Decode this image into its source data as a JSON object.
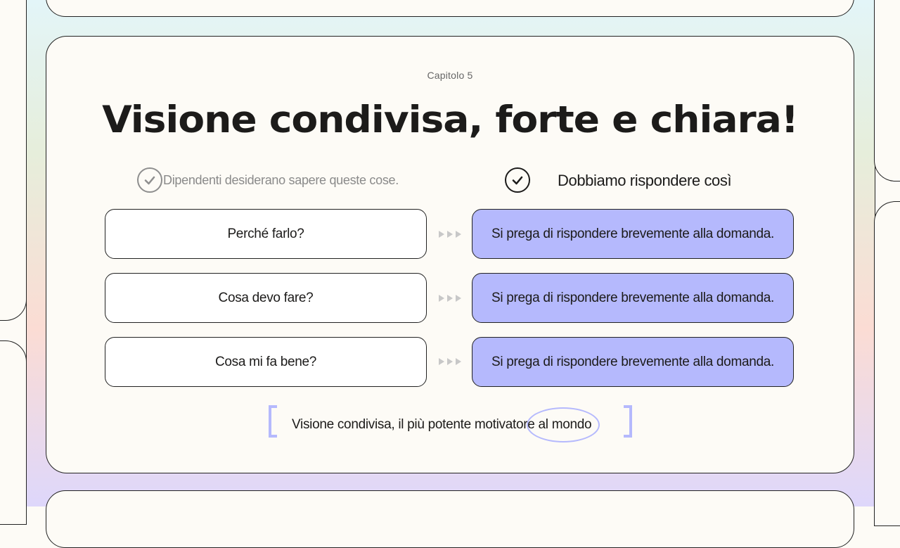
{
  "chapter": "Capitolo 5",
  "title": "Visione condivisa, forte e chiara!",
  "columns": {
    "left_heading": "Dipendenti desiderano sapere queste cose.",
    "right_heading": "Dobbiamo rispondere così"
  },
  "rows": [
    {
      "question": "Perché farlo?",
      "answer": "Si prega di rispondere brevemente alla domanda."
    },
    {
      "question": "Cosa devo fare?",
      "answer": "Si prega di rispondere brevemente alla domanda."
    },
    {
      "question": "Cosa mi fa bene?",
      "answer": "Si prega di rispondere brevemente alla domanda."
    }
  ],
  "footer": "Visione condivisa, il più potente motivatore al mondo",
  "colors": {
    "accent": "#b5b9fd",
    "background": "#fdfbf6",
    "ink": "#1c1b1a"
  },
  "icons": [
    "check-circle-icon",
    "arrow-right-icon"
  ]
}
